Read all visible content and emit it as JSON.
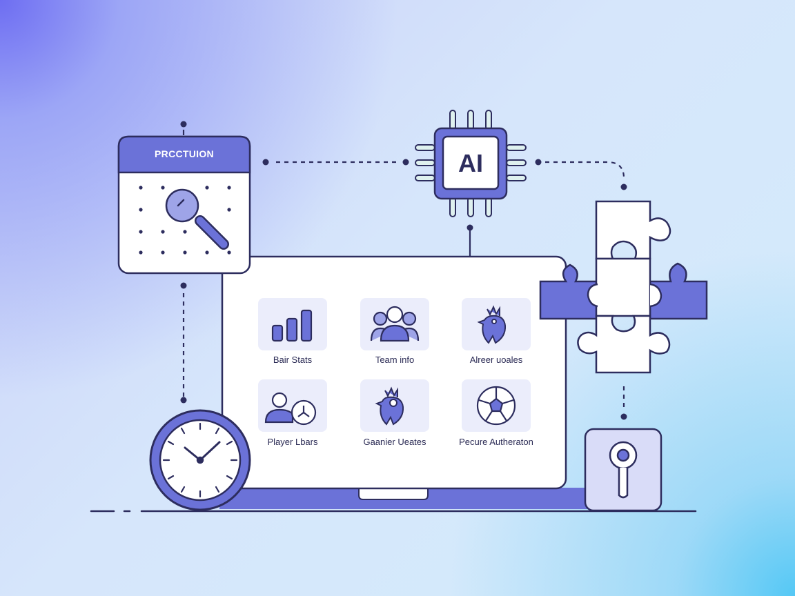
{
  "colors": {
    "accent": "#6b72d8",
    "accent_dark": "#5a5fc9",
    "stroke": "#2d2d5e",
    "tile_bg": "#ebedfb",
    "panel_bg": "#ffffff",
    "soft_fill": "#d9dcf8"
  },
  "calendar": {
    "title": "PRCCTUION",
    "icon": "magnifier-icon"
  },
  "chip": {
    "label": "AI",
    "icon": "chip-icon"
  },
  "dashboard": {
    "tiles": [
      {
        "label": "Bair Stats",
        "icon": "bar-chart-icon"
      },
      {
        "label": "Team info",
        "icon": "team-icon"
      },
      {
        "label": "Alreer uoales",
        "icon": "rooster-icon"
      },
      {
        "label": "Player Lbars",
        "icon": "player-clock-icon"
      },
      {
        "label": "Gaanier Ueates",
        "icon": "rooster-icon"
      },
      {
        "label": "Pecure Autheraton",
        "icon": "soccer-ball-icon"
      }
    ]
  },
  "clock": {
    "icon": "clock-icon"
  },
  "puzzle": {
    "icon": "puzzle-icon"
  },
  "lock": {
    "icon": "keyhole-icon"
  }
}
